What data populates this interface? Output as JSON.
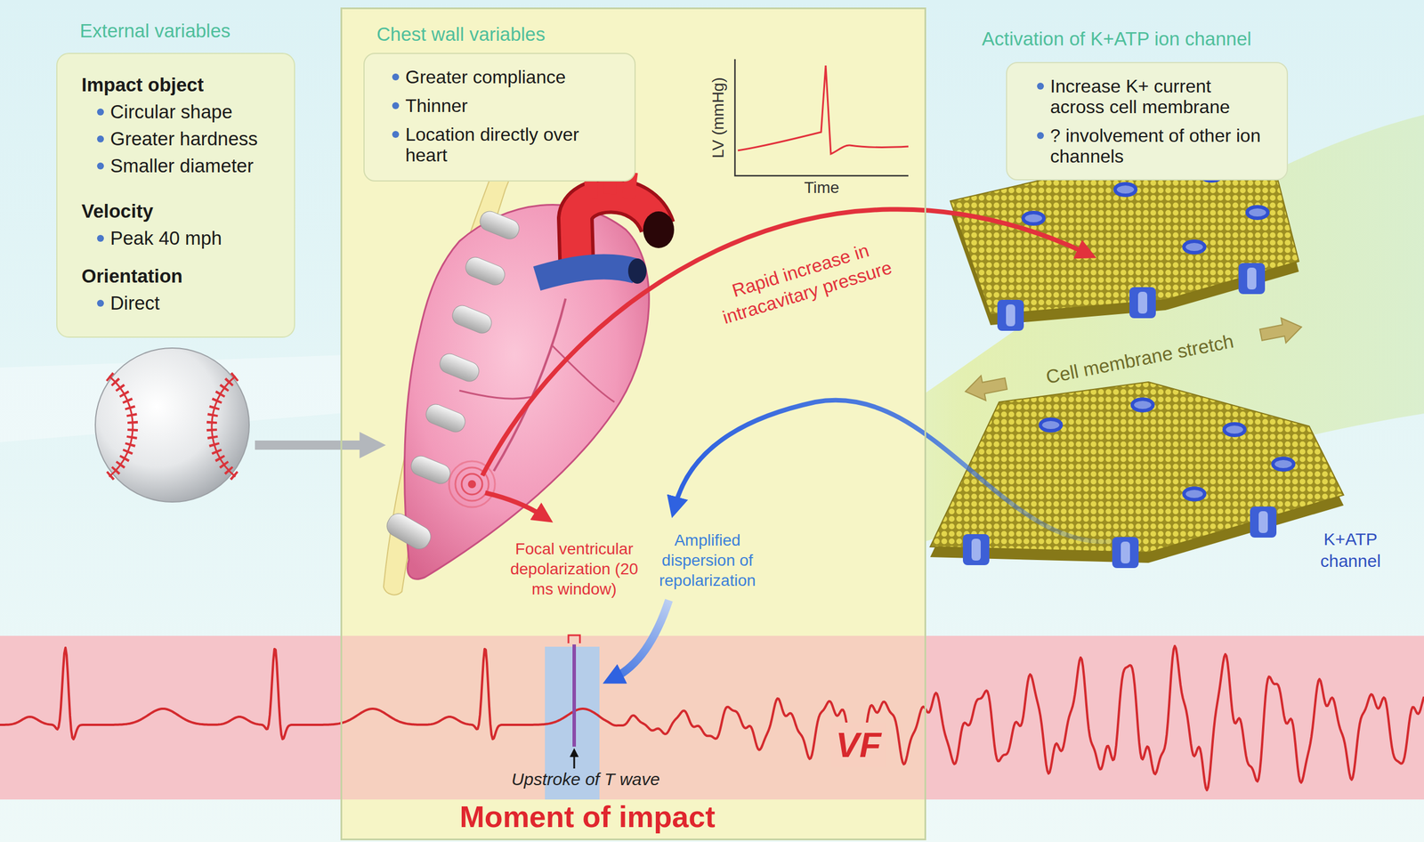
{
  "diagram": {
    "nodes": [
      {
        "text": [
          "External variables",
          "Impact object",
          "Circular shape",
          "Greater hardness",
          "Smaller diameter",
          "Velocity",
          "Peak 40 mph",
          "Orientation",
          "Direct"
        ]
      },
      {
        "text": [
          "Chest wall variables",
          "Moment of impact"
        ]
      },
      {
        "text": [
          "Greater compliance",
          "Thinner",
          "Location directly over heart"
        ],
        "in": 1
      },
      {
        "text": [
          "Activation of K+ATP ion channel",
          "Increase K+ current across cell membrane",
          "? involvement of other ion channels"
        ]
      }
    ],
    "labels": [
      "LV (mmHg)",
      "Time",
      "Rapid increase in intracavitary pressure",
      "Cell membrane stretch",
      "K+ATP channel",
      "Focal ventricular depolarization (20 ms window)",
      "Amplified dispersion of repolarization",
      "Upstroke of T wave",
      "VF"
    ]
  }
}
